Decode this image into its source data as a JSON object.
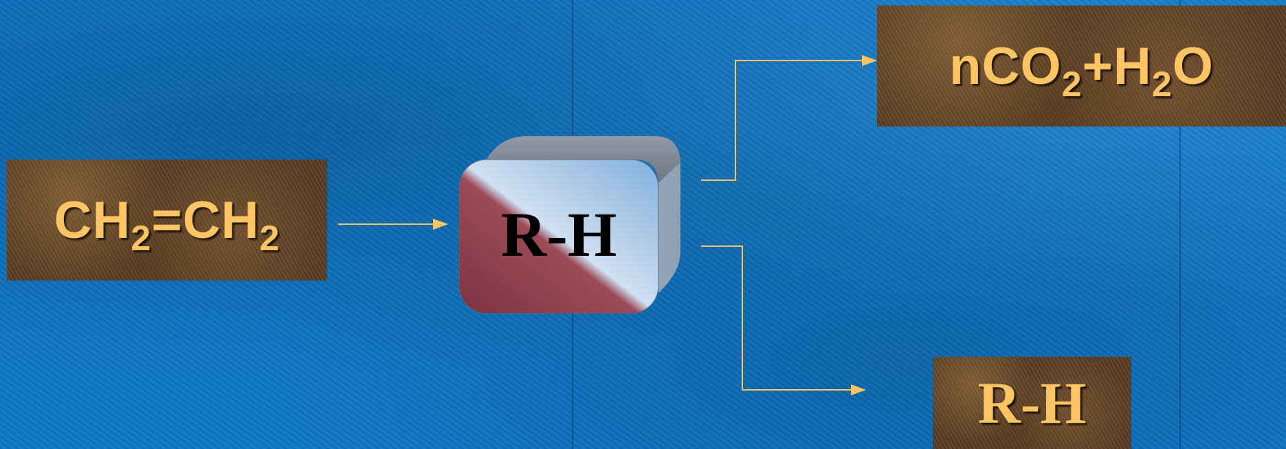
{
  "diagram": {
    "reactant": {
      "main": "CH",
      "sub1": "2",
      "bond": "=CH",
      "sub2": "2"
    },
    "catalyst": {
      "label": "R-H"
    },
    "product_top": {
      "n": "nCO",
      "sub1": "2",
      "plus": "+H",
      "sub2": "2",
      "end": "O"
    },
    "product_bottom": {
      "label": "R-H"
    }
  },
  "colors": {
    "background": "#0f78c8",
    "label_text": "#ffc463",
    "arrow": "#ffc463",
    "box_texture": "#5a3d22",
    "cube_red": "#8a3a48",
    "cube_blue": "#b8d2ec"
  }
}
